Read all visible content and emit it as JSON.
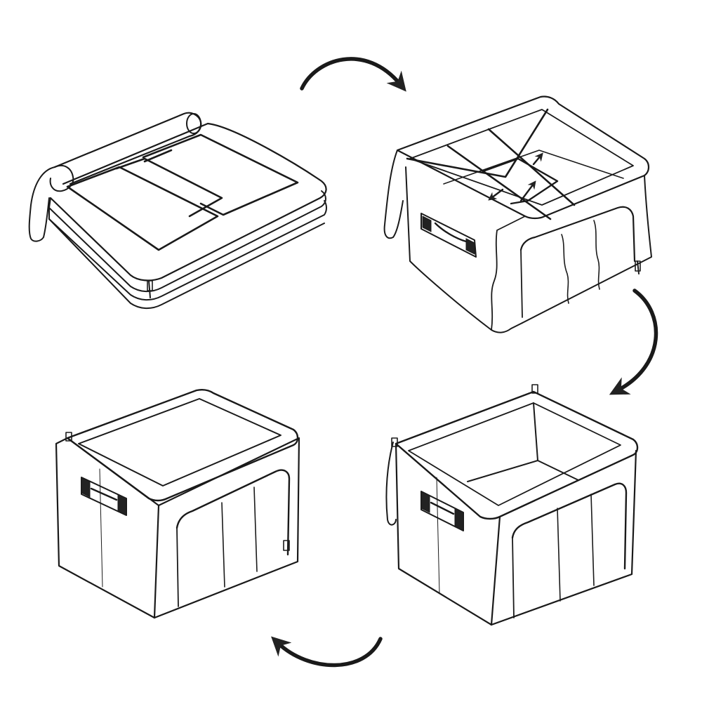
{
  "diagram": {
    "steps": [
      {
        "id": "step-1",
        "state": "folded-flat"
      },
      {
        "id": "step-2",
        "state": "unfolding"
      },
      {
        "id": "step-3",
        "state": "open"
      },
      {
        "id": "step-4",
        "state": "closed"
      }
    ],
    "arrows": [
      {
        "id": "arrow-1",
        "from": "step-1",
        "to": "step-2"
      },
      {
        "id": "arrow-2",
        "from": "step-2",
        "to": "step-3"
      },
      {
        "id": "arrow-3",
        "from": "step-3",
        "to": "step-4"
      }
    ],
    "colors": {
      "ink": "#1a1a1a",
      "fill": "#ffffff",
      "handle": "#222222",
      "background": "#ffffff"
    }
  }
}
